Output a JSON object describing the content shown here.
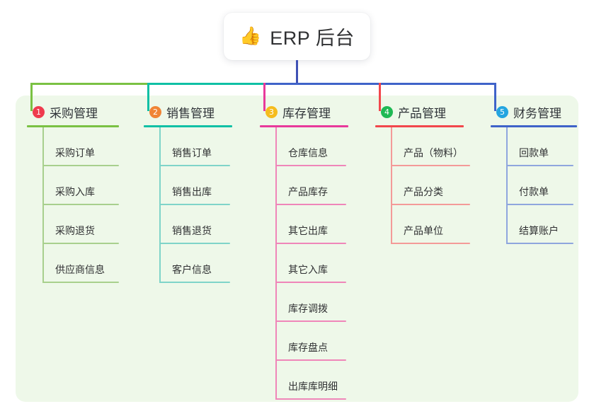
{
  "root": {
    "icon": "thumbs-up-icon",
    "icon_glyph": "👍",
    "title": "ERP 后台"
  },
  "theme": {
    "panel_bg": "#eef8e9",
    "card_bg": "#ffffff",
    "text": "#303133",
    "root_connector": "#3f51b5"
  },
  "columns": [
    {
      "number": "1",
      "title": "采购管理",
      "badge_color": "#ef3b4e",
      "line_color": "#7ac143",
      "sub_line_color": "#a8d08d",
      "drop_color": "#7ac143",
      "items": [
        {
          "label": "采购订单"
        },
        {
          "label": "采购入库"
        },
        {
          "label": "采购退货"
        },
        {
          "label": "供应商信息"
        }
      ]
    },
    {
      "number": "2",
      "title": "销售管理",
      "badge_color": "#f08435",
      "line_color": "#0fc0a5",
      "sub_line_color": "#7fd4c9",
      "drop_color": "#0fc0a5",
      "items": [
        {
          "label": "销售订单"
        },
        {
          "label": "销售出库"
        },
        {
          "label": "销售退货"
        },
        {
          "label": "客户信息"
        }
      ]
    },
    {
      "number": "3",
      "title": "库存管理",
      "badge_color": "#f5bc1e",
      "line_color": "#e8399b",
      "sub_line_color": "#ef86b9",
      "drop_color": "#e8399b",
      "items": [
        {
          "label": "仓库信息"
        },
        {
          "label": "产品库存"
        },
        {
          "label": "其它出库"
        },
        {
          "label": "其它入库"
        },
        {
          "label": "库存调拨"
        },
        {
          "label": "库存盘点"
        },
        {
          "label": "出库库明细"
        }
      ]
    },
    {
      "number": "4",
      "title": "产品管理",
      "badge_color": "#1fb954",
      "line_color": "#f2474c",
      "sub_line_color": "#f49a98",
      "drop_color": "#f2474c",
      "items": [
        {
          "label": "产品（物料）"
        },
        {
          "label": "产品分类"
        },
        {
          "label": "产品单位"
        }
      ]
    },
    {
      "number": "5",
      "title": "财务管理",
      "badge_color": "#24a5e0",
      "line_color": "#3f63c9",
      "sub_line_color": "#8fa6de",
      "drop_color": "#3f63c9",
      "items": [
        {
          "label": "回款单"
        },
        {
          "label": "付款单"
        },
        {
          "label": "结算账户"
        }
      ]
    }
  ],
  "bus": {
    "segments": [
      {
        "name": "bus-segment-green",
        "color": "#7ac143"
      },
      {
        "name": "bus-segment-teal",
        "color": "#0fc0a5"
      },
      {
        "name": "bus-segment-blue",
        "color": "#3f63c9"
      }
    ]
  }
}
